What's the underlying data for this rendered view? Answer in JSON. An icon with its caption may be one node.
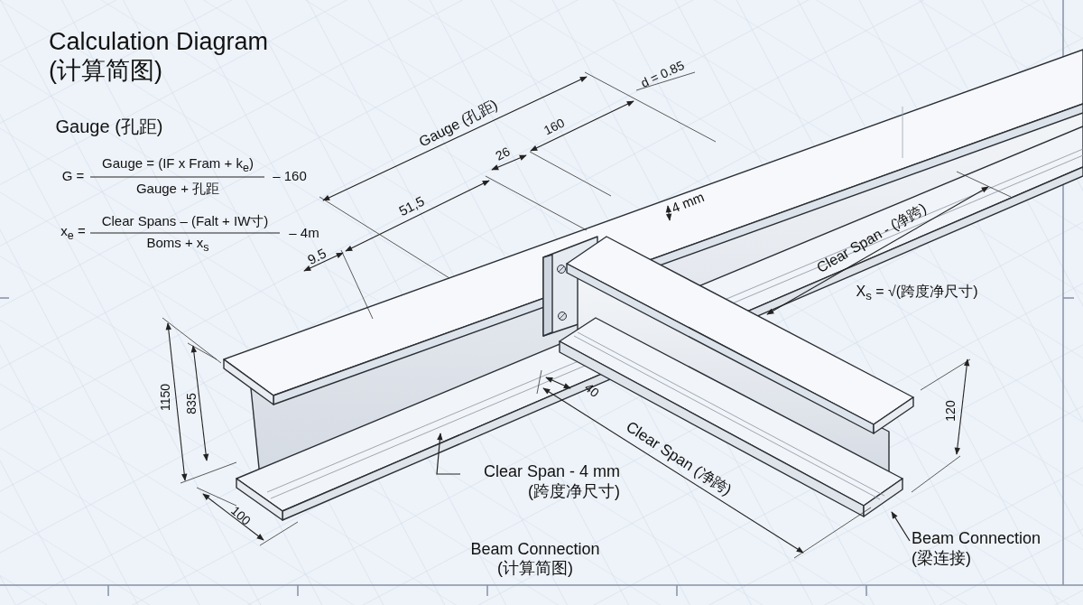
{
  "diagram": {
    "title": "Calculation Diagram (计算简图)",
    "nodes": [
      {
        "text": [
          "Clear Span - 4 mm (跨度净尺寸)"
        ]
      },
      {
        "text": [
          "Beam Connection (梁连接)"
        ]
      }
    ],
    "edges": [
      {
        "from": 0,
        "to": null,
        "arrow": "to"
      },
      {
        "from": 1,
        "to": null,
        "arrow": "to"
      }
    ],
    "labels": [
      "Gauge (孔距)",
      "G =",
      "Gauge = (IF x Fram + k$_{e}$)",
      "Gauge + 孔距",
      "– 160",
      "x$_{e}$ =",
      "Clear Spans – (Falt + IW寸)",
      "Boms + x$_{s}$",
      "– 4m",
      "Gauge (孔距)",
      "d = 0.85",
      "26",
      "160",
      "51,5",
      "4 mm",
      "9.5",
      "Clear Span - (净跨)",
      "X$_{s}$ = √(跨度净尺寸)",
      "1150",
      "835",
      "100",
      "40",
      "Clear Span (净跨)",
      "120",
      "Beam Connection (计算简图)"
    ]
  }
}
